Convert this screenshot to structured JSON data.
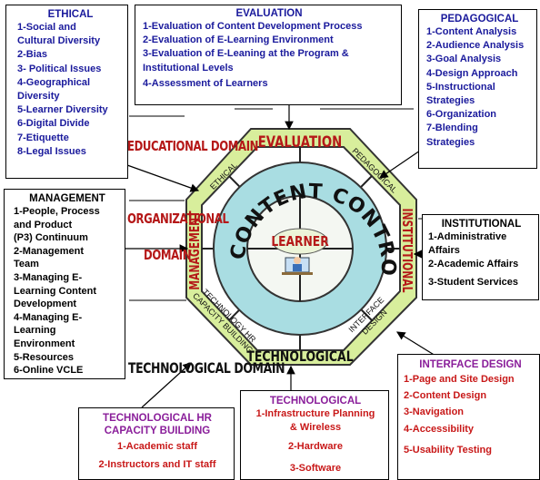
{
  "ethical": {
    "title": "ETHICAL",
    "items": [
      "1-Social and",
      "Cultural Diversity",
      "2-Bias",
      "3- Political Issues",
      "4-Geographical",
      "Diversity",
      "5-Learner Diversity",
      "6-Digital Divide",
      "7-Etiquette",
      "8-Legal Issues"
    ]
  },
  "evaluation": {
    "title": "EVALUATION",
    "items": [
      "1-Evaluation of Content Development Process",
      "2-Evaluation of E-Learning Environment",
      "3-Evaluation of E-Leaning at the Program  &",
      "Institutional Levels",
      "4-Assessment of Learners"
    ]
  },
  "pedagogical": {
    "title": "PEDAGOGICAL",
    "items": [
      "1-Content Analysis",
      "2-Audience Analysis",
      "3-Goal Analysis",
      "4-Design Approach",
      "5-Instructional",
      "Strategies",
      "6-Organization",
      "7-Blending",
      "Strategies"
    ]
  },
  "management": {
    "title": "MANAGEMENT",
    "items": [
      "1-People, Process",
      "and Product",
      "(P3) Continuum",
      "2-Management",
      "Team",
      "3-Managing E-",
      "Learning Content",
      "Development",
      "4-Managing E-",
      "Learning",
      "Environment",
      "5-Resources",
      "6-Online VCLE"
    ]
  },
  "institutional": {
    "title": "INSTITUTIONAL",
    "items": [
      "1-Administrative",
      "Affairs",
      "2-Academic Affairs",
      "3-Student Services"
    ]
  },
  "interface_design": {
    "title": "INTERFACE DESIGN",
    "items": [
      "1-Page and Site Design",
      "2-Content Design",
      "3-Navigation",
      "4-Accessibility",
      "5-Usability Testing"
    ]
  },
  "technological": {
    "title": "TECHNOLOGICAL",
    "items": [
      "1-Infrastructure Planning",
      "& Wireless",
      "2-Hardware",
      "3-Software"
    ]
  },
  "technological_hr": {
    "title_line1": "TECHNOLOGICAL HR",
    "title_line2": "CAPACITY BUILDING",
    "items": [
      "1-Academic staff",
      "2-Instructors and IT staff"
    ]
  },
  "domains": {
    "educational": "EDUCATIONAL DOMAIN",
    "organizational_1": "ORGANIZATIONAL",
    "organizational_2": "DOMAIN",
    "technological": "TECHNOLOGICAL DOMAIN"
  },
  "octagon": {
    "top": "EVALUATION",
    "bottom": "TECHNOLOGICAL",
    "left": "MANAGEMENT",
    "right": "INSTITUTIONAL",
    "top_left": "ETHICAL",
    "top_right": "PEDAGOGICAL",
    "bottom_left_1": "TECHNOLOGY HR",
    "bottom_left_2": "CAPACITY BUILDING",
    "bottom_right_1": "INTERFACE",
    "bottom_right_2": "DESIGN",
    "ring_text": "CONTENT CONTROL",
    "center": "LEARNER",
    "colors": {
      "outer": "#d8ee9c",
      "ring": "#a9dde2",
      "inner": "#f4f7f2",
      "text_red": "#b51818",
      "text_dark": "#111111"
    }
  }
}
